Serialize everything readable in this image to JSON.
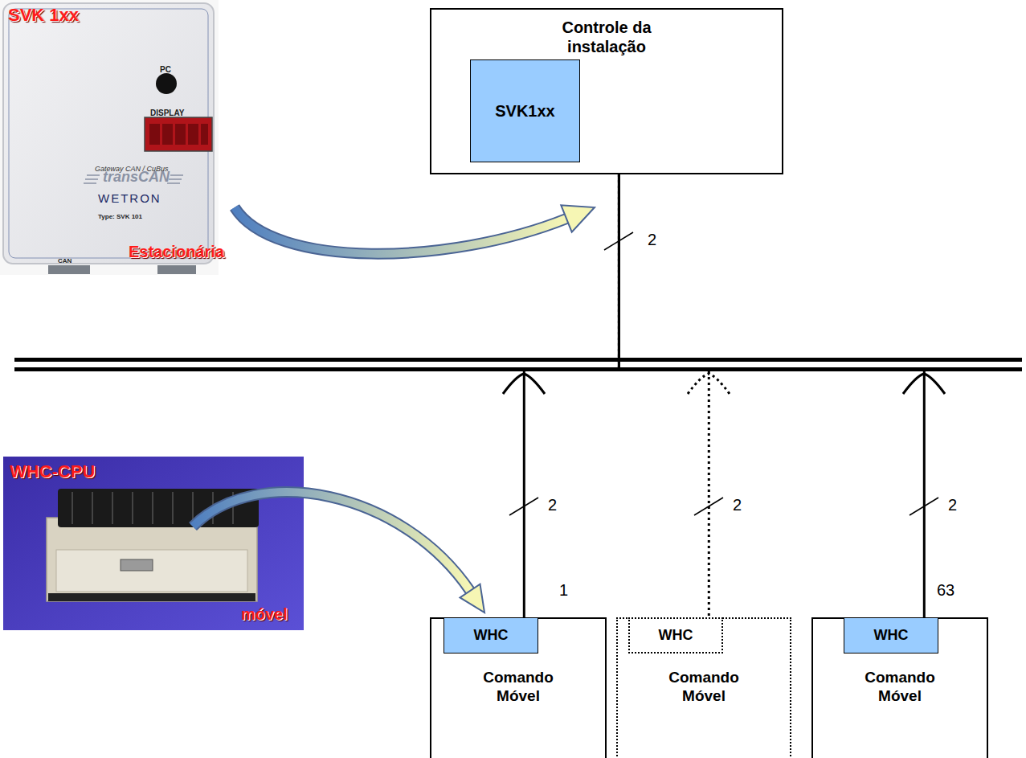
{
  "diagram": {
    "nodes": [
      {
        "text": [
          "Controle da instalação"
        ]
      },
      {
        "text": [
          "SVK1xx"
        ],
        "in": 0
      },
      {
        "text": [
          "Comando Móvel"
        ]
      },
      {
        "text": [
          "WHC"
        ],
        "in": 2
      },
      {
        "text": [
          "Comando Móvel"
        ]
      },
      {
        "text": [
          "WHC"
        ],
        "in": 4
      },
      {
        "text": [
          "Comando Móvel"
        ]
      },
      {
        "text": [
          "WHC"
        ],
        "in": 6
      }
    ],
    "edges": [
      {
        "from": 0,
        "to": 3,
        "arrow": "none"
      },
      {
        "from": 0,
        "to": 5,
        "arrow": "none"
      },
      {
        "from": 0,
        "to": 7,
        "arrow": "none"
      }
    ],
    "labels": [
      "SVK 1xx",
      "PC",
      "DISPLAY",
      "Gateway CAN / CuBus",
      "transCAN",
      "WETRON",
      "Type: SVK 101",
      "CAN",
      "Estacionária",
      "2",
      "WHC-CPU",
      "móvel",
      "2",
      "2",
      "2",
      "1",
      "63"
    ]
  }
}
